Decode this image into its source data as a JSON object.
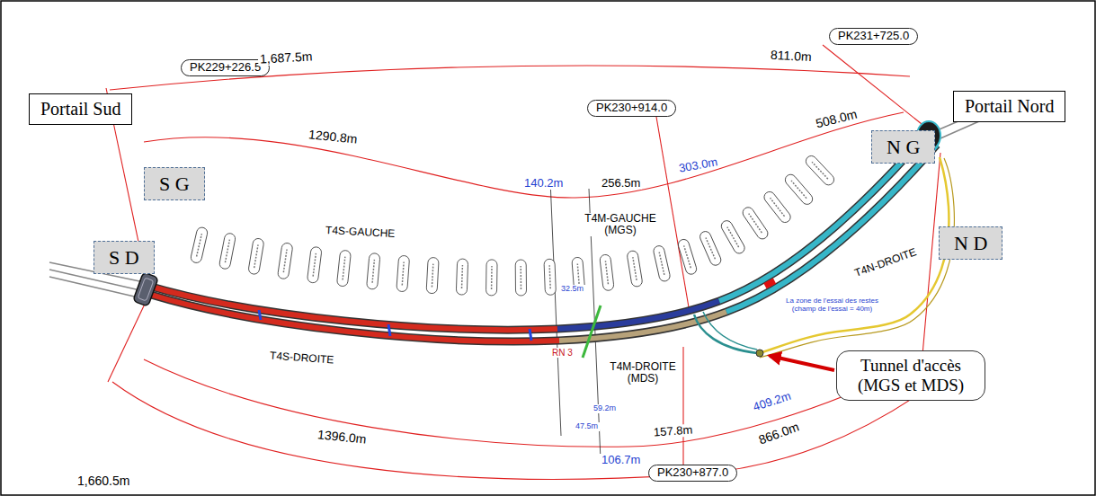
{
  "diagram": {
    "nodes": [
      {
        "text": [
          "Portail Sud"
        ]
      },
      {
        "text": [
          "S G"
        ]
      },
      {
        "text": [
          "S D"
        ]
      },
      {
        "text": [
          "PK229+226.5"
        ]
      },
      {
        "text": [
          "PK230+914.0"
        ]
      },
      {
        "text": [
          "PK231+725.0"
        ]
      },
      {
        "text": [
          "Portail Nord"
        ]
      },
      {
        "text": [
          "N G"
        ]
      },
      {
        "text": [
          "N D"
        ]
      },
      {
        "text": [
          "Tunnel d'accès (MGS et MDS)"
        ]
      },
      {
        "text": [
          "PK230+877.0"
        ]
      }
    ],
    "labels": [
      "1,687.5m",
      "811.0m",
      "1290.8m",
      "140.2m",
      "256.5m",
      "303.0m",
      "508.0m",
      "32.5m",
      "T4S-GAUCHE",
      "T4M-GAUCHE (MGS)",
      "T4S-DROITE",
      "RN 3",
      "T4M-DROITE (MDS)",
      "T4N-DROITE",
      "La zone de l'essai des restes (champ de l'essai = 40m)",
      "59.2m",
      "47.5m",
      "1396.0m",
      "106.7m",
      "157.8m",
      "409.2m",
      "866.0m",
      "1,660.5m"
    ]
  }
}
